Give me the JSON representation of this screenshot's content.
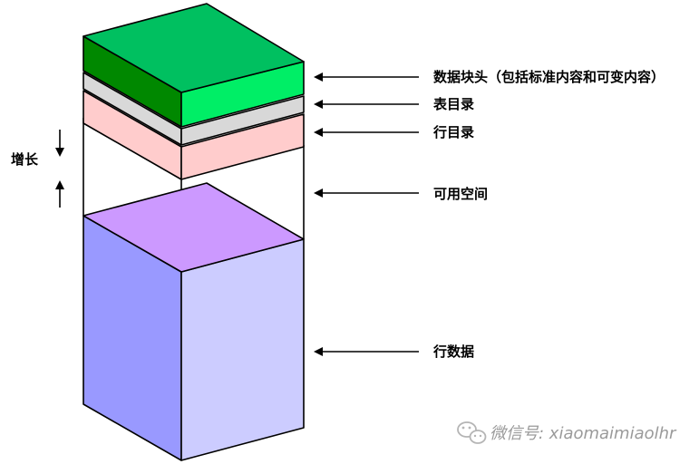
{
  "diagram": {
    "labels": {
      "block_header": "数据块头（包括标准内容和可变内容）",
      "table_directory": "表目录",
      "row_directory": "行目录",
      "free_space": "可用空间",
      "row_data": "行数据"
    },
    "growth_label": "增长",
    "colors": {
      "header_top": "#00c060",
      "header_front": "#00ee66",
      "header_left": "#008800",
      "table_dir": "#d8d8d8",
      "row_dir": "#ffcccc",
      "row_data_top": "#cc99ff",
      "row_data_left": "#9999ff",
      "row_data_front": "#ccccff",
      "outline": "#000000"
    }
  },
  "watermark": {
    "text": "微信号: xiaomaimiaolhr",
    "icon": "wechat-icon"
  }
}
